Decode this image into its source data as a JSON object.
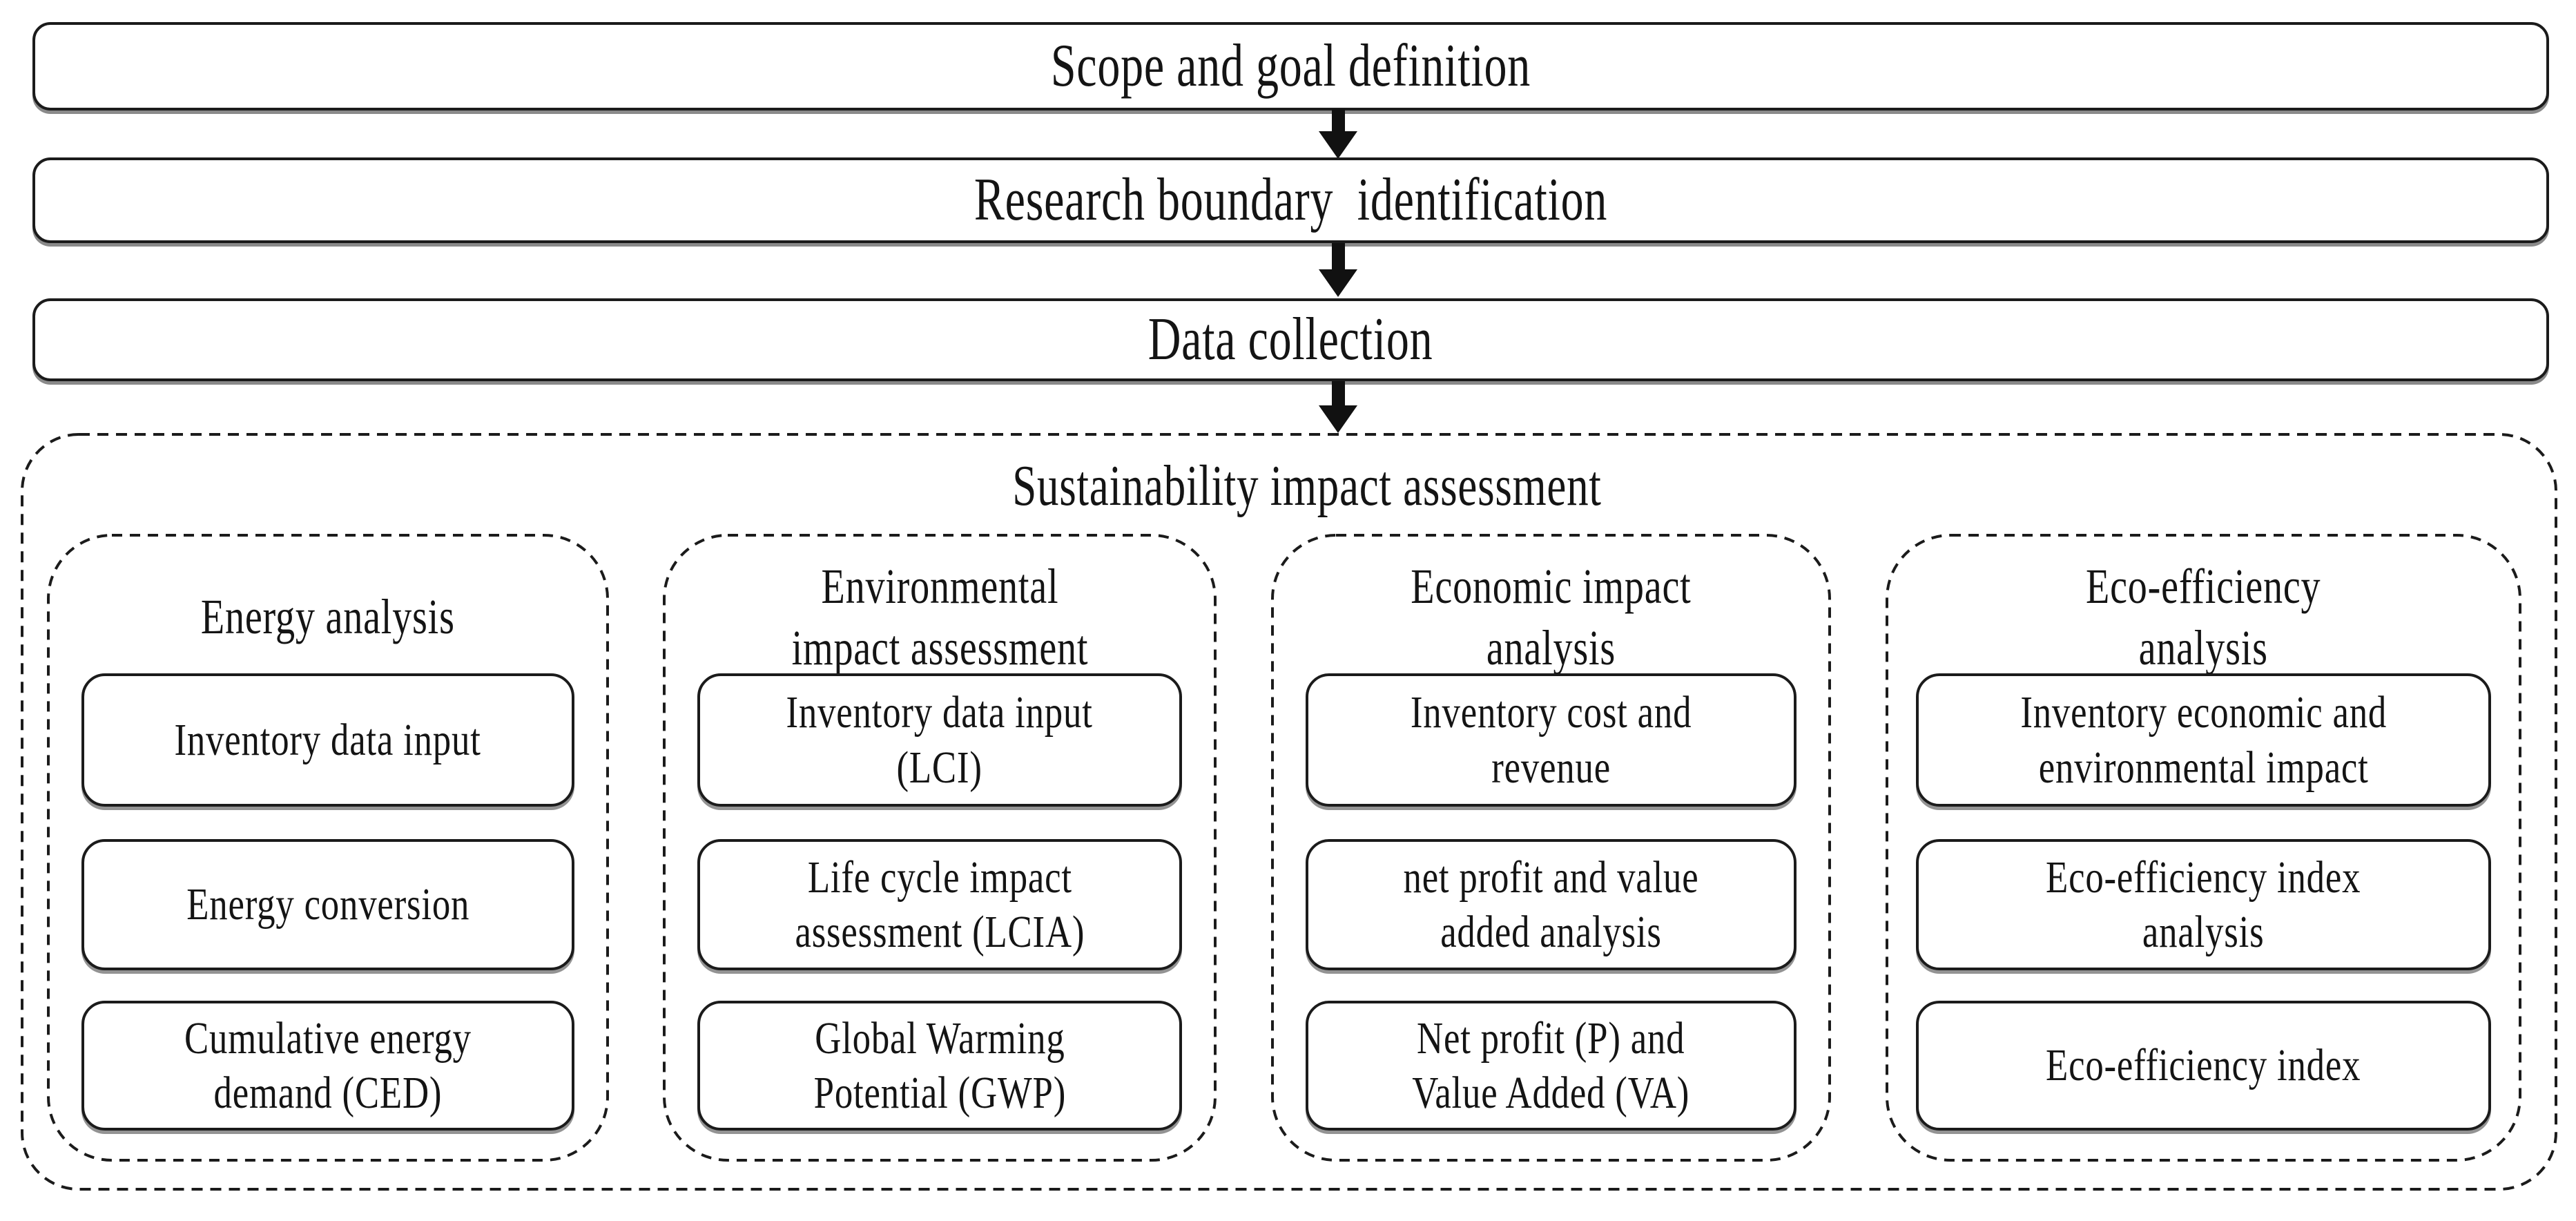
{
  "colors": {
    "ink": "#1b1b1b",
    "background": "#ffffff"
  },
  "flow": {
    "steps": [
      {
        "label": "Scope and goal definition"
      },
      {
        "label": "Research boundary  identification"
      },
      {
        "label": "Data collection"
      }
    ]
  },
  "assessment": {
    "title": "Sustainability impact assessment",
    "columns": [
      {
        "title": "Energy analysis",
        "boxes": [
          "Inventory data input",
          "Energy conversion",
          "Cumulative energy\ndemand (CED)"
        ]
      },
      {
        "title": "Environmental\nimpact assessment",
        "boxes": [
          "Inventory data input\n(LCI)",
          "Life cycle impact\nassessment (LCIA)",
          "Global Warming\nPotential (GWP)"
        ]
      },
      {
        "title": "Economic impact\nanalysis",
        "boxes": [
          "Inventory cost and\nrevenue",
          "net profit and value\nadded analysis",
          "Net profit (P) and\nValue Added (VA)"
        ]
      },
      {
        "title": "Eco-efficiency\nanalysis",
        "boxes": [
          "Inventory economic and\nenvironmental impact",
          "Eco-efficiency index\nanalysis",
          "Eco-efficiency index"
        ]
      }
    ]
  }
}
